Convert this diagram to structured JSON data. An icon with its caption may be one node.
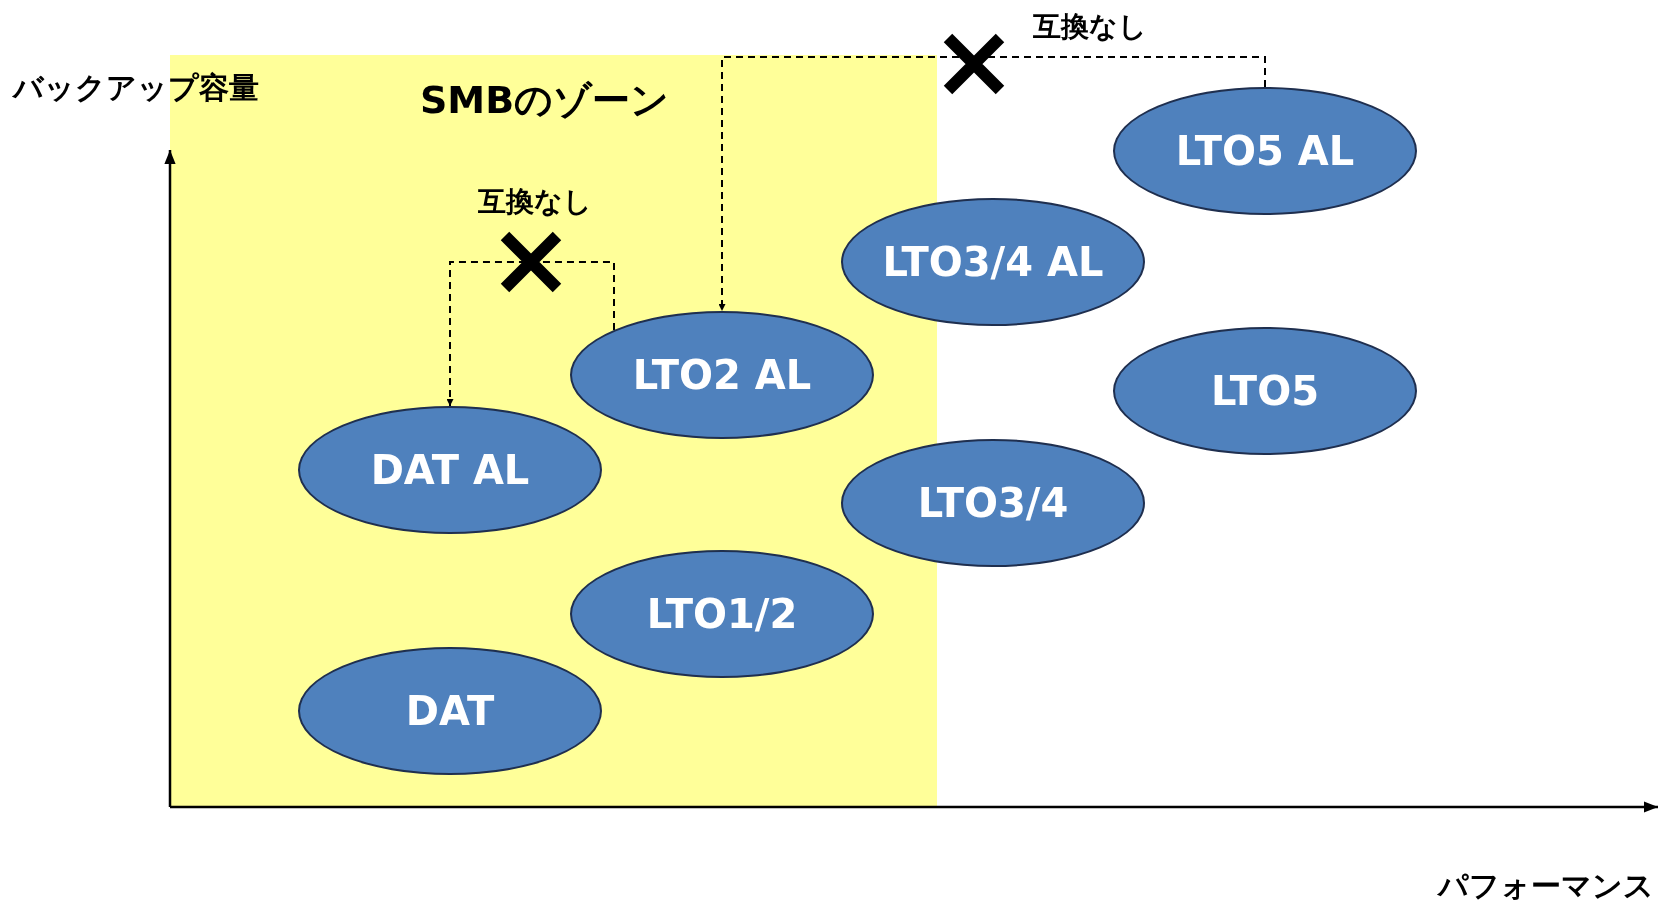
{
  "diagram": {
    "nodes": [
      {
        "text": [
          "SMBのゾーン"
        ]
      },
      {
        "text": [
          "LTO5 AL"
        ]
      },
      {
        "text": [
          "LTO3/4 AL"
        ]
      },
      {
        "text": [
          "LTO2 AL"
        ],
        "in": 0
      },
      {
        "text": [
          "LTO5"
        ]
      },
      {
        "text": [
          "DAT AL"
        ],
        "in": 0
      },
      {
        "text": [
          "LTO3/4"
        ]
      },
      {
        "text": [
          "LTO1/2"
        ],
        "in": 0
      },
      {
        "text": [
          "DAT"
        ],
        "in": 0
      }
    ],
    "edges": [
      {
        "from": 3,
        "to": 5,
        "arrow": "to",
        "style": "dashed",
        "label": "互換なし"
      },
      {
        "from": 1,
        "to": 3,
        "arrow": "to",
        "style": "dashed",
        "label": "互換なし"
      }
    ],
    "labels": [
      "バックアップ容量",
      "パフォーマンス"
    ]
  }
}
